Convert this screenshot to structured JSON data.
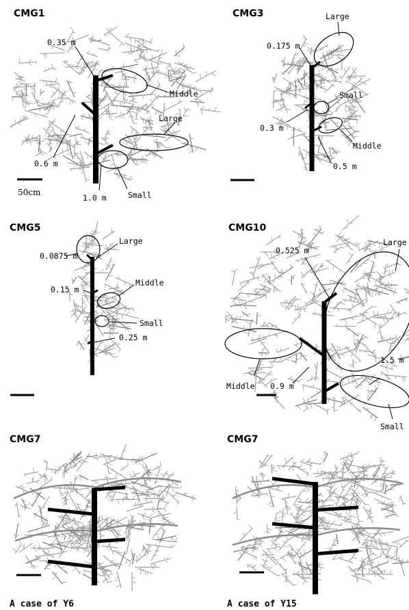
{
  "panels": {
    "cmg1": {
      "title": "CMG1",
      "heights": [
        "0.35 m",
        "0.6 m",
        "1.0 m"
      ],
      "groups": [
        "Middle",
        "Large",
        "Small"
      ],
      "scale_bar": "50cm"
    },
    "cmg3": {
      "title": "CMG3",
      "heights": [
        "0.175 m",
        "0.3 m",
        "0.5 m"
      ],
      "groups": [
        "Large",
        "Small",
        "Middle"
      ]
    },
    "cmg5": {
      "title": "CMG5",
      "heights": [
        "0.0875 m",
        "0.15 m",
        "0.25 m"
      ],
      "groups": [
        "Large",
        "Middle",
        "Small"
      ]
    },
    "cmg10": {
      "title": "CMG10",
      "heights": [
        "0.525 m",
        "1.5 m",
        "0.9 m"
      ],
      "groups": [
        "Large",
        "Middle",
        "Small"
      ]
    },
    "cmg7_y6": {
      "title": "CMG7",
      "caption": "A case of Y6"
    },
    "cmg7_y15": {
      "title": "CMG7",
      "caption": "A case of Y15"
    }
  },
  "colors": {
    "trunk": "#000000",
    "foliage": "#9a9a9a",
    "foliage_dark": "#6f6f6f"
  }
}
